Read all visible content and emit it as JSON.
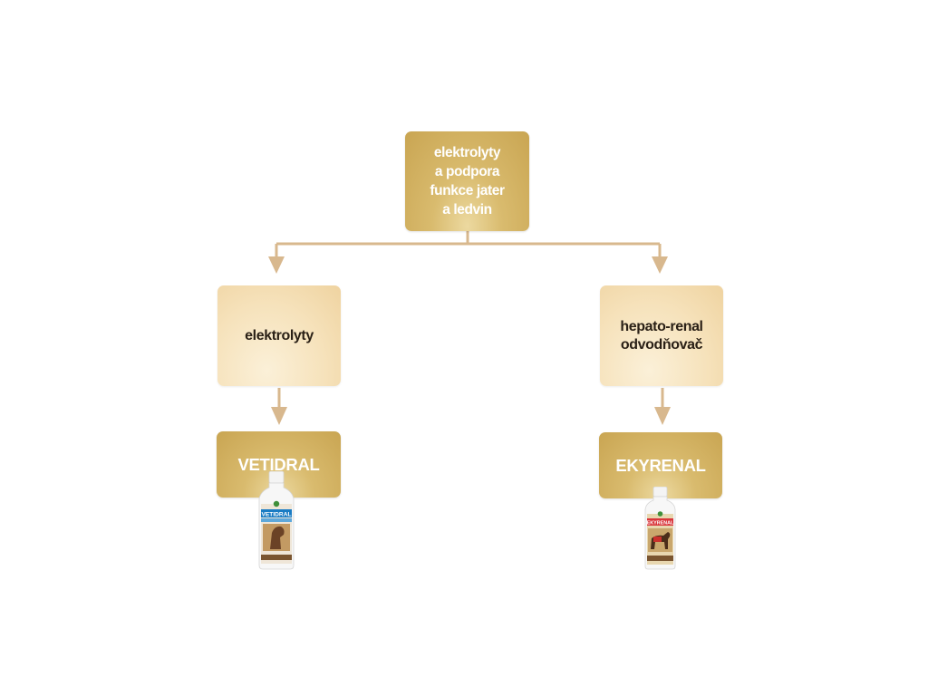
{
  "root": {
    "lines": [
      "elektrolyty",
      "a podpora",
      "funkce jater",
      "a ledvin"
    ]
  },
  "branches": [
    {
      "category": {
        "lines": [
          "elektrolyty"
        ]
      },
      "product": {
        "name": "VETIDRAL",
        "bottle_label": "VETIDRAL",
        "bottle_color": "#1a7cc4"
      }
    },
    {
      "category": {
        "lines": [
          "hepato-renal",
          "odvodňovač"
        ]
      },
      "product": {
        "name": "EKYRENAL",
        "bottle_label": "EKYRENAL",
        "bottle_color": "#d9353b"
      }
    }
  ],
  "colors": {
    "connector": "#d8b88e",
    "gold_box": "#d1b060",
    "light_box": "#f6e2bb"
  }
}
